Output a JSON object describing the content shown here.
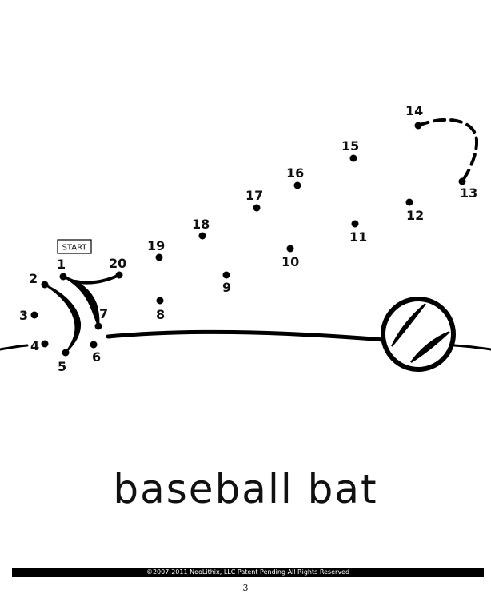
{
  "puzzle": {
    "start_label": "START",
    "dots": [
      {
        "number": "1"
      },
      {
        "number": "2"
      },
      {
        "number": "3"
      },
      {
        "number": "4"
      },
      {
        "number": "5"
      },
      {
        "number": "6"
      },
      {
        "number": "7"
      },
      {
        "number": "8"
      },
      {
        "number": "9"
      },
      {
        "number": "10"
      },
      {
        "number": "11"
      },
      {
        "number": "12"
      },
      {
        "number": "13"
      },
      {
        "number": "14"
      },
      {
        "number": "15"
      },
      {
        "number": "16"
      },
      {
        "number": "17"
      },
      {
        "number": "18"
      },
      {
        "number": "19"
      },
      {
        "number": "20"
      }
    ]
  },
  "caption": "baseball bat",
  "footer": "©2007-2011  NeoLithix, LLC  Patent Pending  All Rights Reserved",
  "page_number": "3"
}
